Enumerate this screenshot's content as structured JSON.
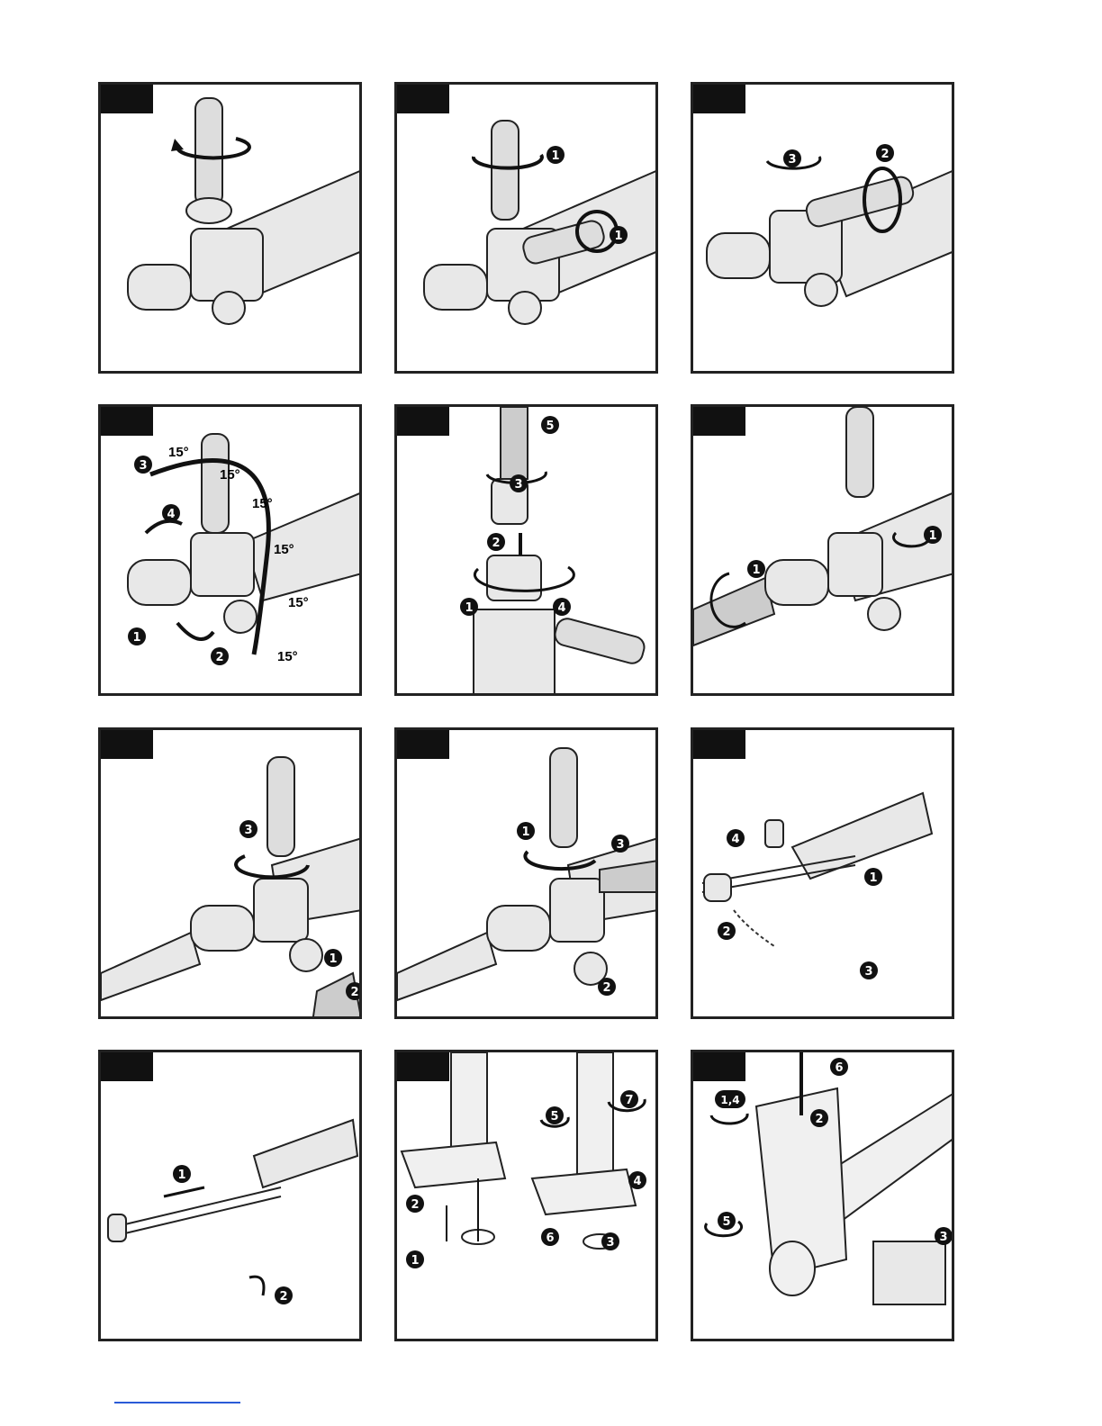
{
  "panels": [
    {
      "markers": []
    },
    {
      "markers": [
        "1",
        "1"
      ]
    },
    {
      "markers": [
        "3",
        "2"
      ]
    },
    {
      "markers": [
        "3",
        "4",
        "1",
        "2"
      ],
      "angles": [
        "15°",
        "15°",
        "15°",
        "15°",
        "15°",
        "15°"
      ]
    },
    {
      "markers": [
        "5",
        "3",
        "2",
        "1",
        "4"
      ]
    },
    {
      "markers": [
        "1",
        "1"
      ]
    },
    {
      "markers": [
        "3",
        "1",
        "2"
      ]
    },
    {
      "markers": [
        "1",
        "3",
        "2"
      ]
    },
    {
      "markers": [
        "4",
        "1",
        "2",
        "3"
      ]
    },
    {
      "markers": [
        "1",
        "2"
      ]
    },
    {
      "markers": [
        "5",
        "7",
        "2",
        "4",
        "1",
        "6",
        "3"
      ]
    },
    {
      "markers": [
        "6",
        "1,4",
        "2",
        "5",
        "3"
      ]
    }
  ],
  "colors": {
    "frame": "#222222",
    "accent_line": "#2a5bd7",
    "tool_fill": "#d9d9d9"
  }
}
